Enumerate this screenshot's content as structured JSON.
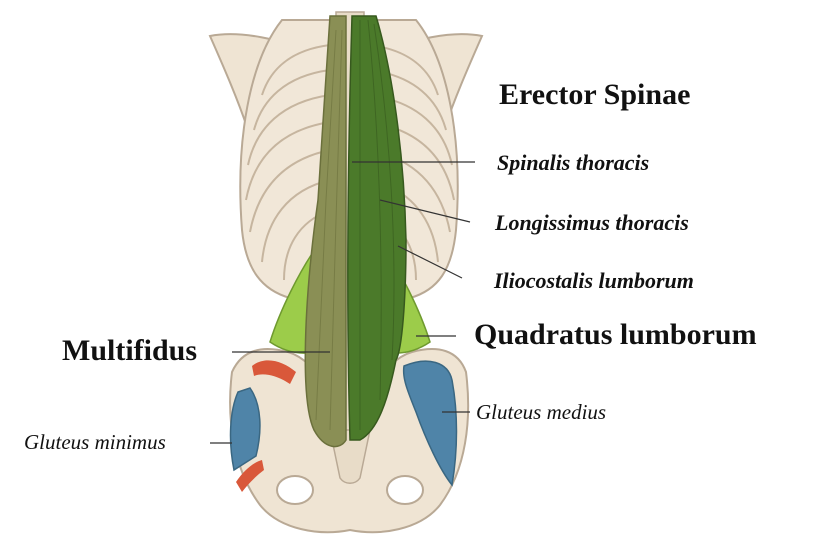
{
  "figure": {
    "labels": {
      "erector_spinae": "Erector Spinae",
      "spinalis_thoracis": "Spinalis thoracis",
      "longissimus_thoracis": "Longissimus thoracis",
      "iliocostalis_lumborum": "Iliocostalis lumborum",
      "quadratus_lumborum": "Quadratus lumborum",
      "multifidus": "Multifidus",
      "gluteus_medius": "Gluteus medius",
      "gluteus_minimus": "Gluteus minimus"
    },
    "colors": {
      "bone": "#efe4d3",
      "bone_outline": "#b9a995",
      "erector_spinae": "#4b7a2a",
      "multifidus": "#8a8f55",
      "quadratus_lumborum": "#9ccc4a",
      "gluteus_medius": "#4f84a8",
      "gluteus_minimus": "#4f84a8",
      "attachment": "#d9583a",
      "leader_line": "#333333"
    }
  }
}
